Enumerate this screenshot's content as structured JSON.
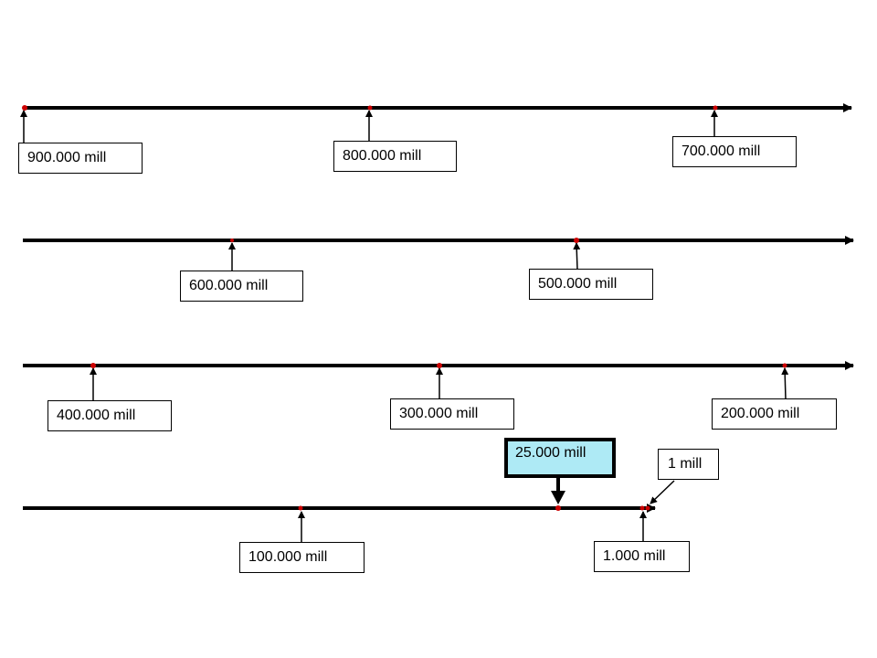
{
  "timeline": {
    "rows": [
      {
        "markers": [
          "900.000 mill",
          "800.000 mill",
          "700.000 mill"
        ]
      },
      {
        "markers": [
          "600.000 mill",
          "500.000 mill"
        ]
      },
      {
        "markers": [
          "400.000 mill",
          "300.000 mill",
          "200.000 mill"
        ]
      },
      {
        "markers": [
          "100.000 mill",
          "25.000 mill",
          "1.000 mill",
          "1 mill"
        ]
      }
    ],
    "highlight_label": "25.000 mill",
    "colors": {
      "line": "#000000",
      "marker": "#cc0000",
      "highlight_fill": "#aeeaf5"
    }
  }
}
